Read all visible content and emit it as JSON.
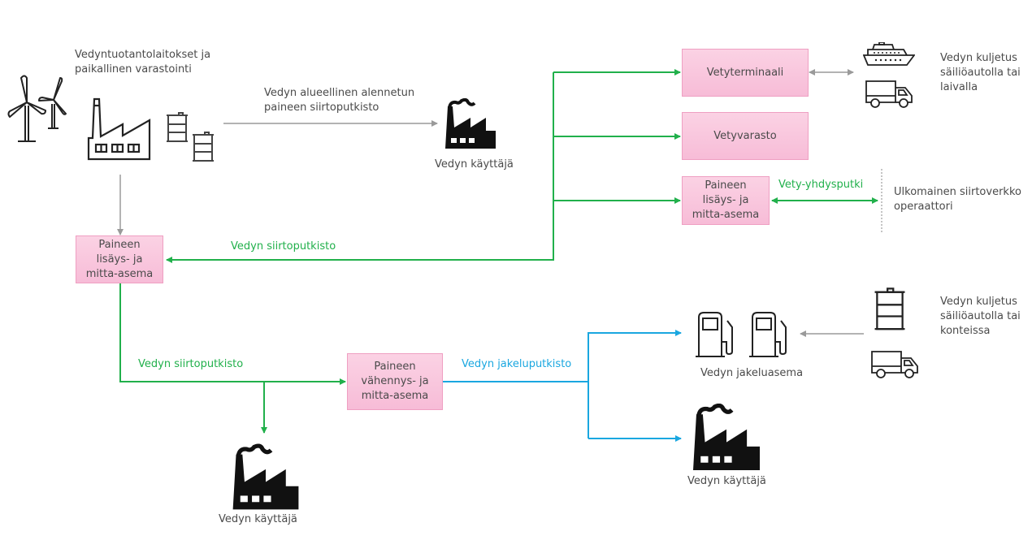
{
  "colors": {
    "green": "#21b04b",
    "blue": "#1aa7e0",
    "gray": "#9a9a9a",
    "box_fill": "#f9c7dd",
    "box_border": "#ef9fc2"
  },
  "labels": {
    "production": [
      "Vedyntuotantolaitokset ja",
      "paikallinen varastointi"
    ],
    "regional_pipeline": [
      "Vedyn alueellinen alennetun",
      "paineen siirtoputkisto"
    ],
    "user_top": "Vedyn käyttäjä",
    "transmission_top": "Vedyn siirtoputkisto",
    "transmission_bottom": "Vedyn siirtoputkisto",
    "distribution": "Vedyn jakeluputkisto",
    "interconnector": "Vety-yhdysputki",
    "foreign_operator": [
      "Ulkomainen siirtoverkko",
      "operaattori"
    ],
    "transport_ship": [
      "Vedyn kuljetus",
      "säiliöautolla tai",
      "laivalla"
    ],
    "transport_container": [
      "Vedyn kuljetus",
      "säiliöautolla tai",
      "konteissa"
    ],
    "refuel_station": "Vedyn jakeluasema",
    "user_bottom_left": "Vedyn käyttäjä",
    "user_bottom_right": "Vedyn käyttäjä"
  },
  "boxes": {
    "terminal": [
      "Vetyterminaali"
    ],
    "storage": [
      "Vetyvarasto"
    ],
    "compressor_right": [
      "Paineen",
      "lisäys- ja",
      "mitta-asema"
    ],
    "compressor_left": [
      "Paineen",
      "lisäys- ja",
      "mitta-asema"
    ],
    "reduction": [
      "Paineen",
      "vähennys- ja",
      "mitta-asema"
    ]
  }
}
